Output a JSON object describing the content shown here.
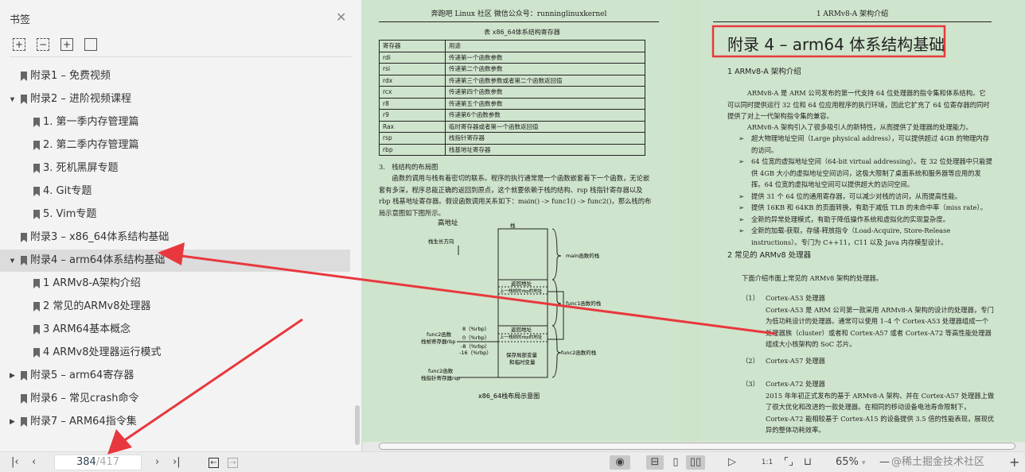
{
  "sidebar": {
    "title": "书签",
    "close_icon": "close-icon",
    "tools": [
      "expand-all-icon",
      "collapse-all-icon",
      "add-bookmark-icon",
      "remove-bookmark-icon"
    ],
    "items": [
      {
        "label": "附录1 – 免费视频",
        "level": 0,
        "expander": ""
      },
      {
        "label": "附录2 – 进阶视频课程",
        "level": 0,
        "expander": "▲"
      },
      {
        "label": "1. 第一季内存管理篇",
        "level": 1
      },
      {
        "label": "2. 第二季内存管理篇",
        "level": 1
      },
      {
        "label": "3. 死机黑屏专题",
        "level": 1
      },
      {
        "label": "4. Git专题",
        "level": 1
      },
      {
        "label": "5. Vim专题",
        "level": 1
      },
      {
        "label": "附录3 – x86_64体系结构基础",
        "level": 0,
        "expander": ""
      },
      {
        "label": "附录4 – arm64体系结构基础",
        "level": 0,
        "expander": "▲",
        "selected": true
      },
      {
        "label": "1 ARMv8-A架构介绍",
        "level": 1
      },
      {
        "label": "2 常见的ARMv8处理器",
        "level": 1
      },
      {
        "label": "3 ARM64基本概念",
        "level": 1
      },
      {
        "label": "4 ARMv8处理器运行模式",
        "level": 1
      },
      {
        "label": "附录5 – arm64寄存器",
        "level": 0,
        "expander": "▶"
      },
      {
        "label": "附录6 – 常见crash命令",
        "level": 0,
        "expander": ""
      },
      {
        "label": "附录7 – ARM64指令集",
        "level": 0,
        "expander": "▶"
      }
    ]
  },
  "left_page": {
    "header": "奔跑吧 Linux 社区 微信公众号：runninglinuxkernel",
    "table_caption": "表 x86_64体系结构寄存器",
    "table": {
      "headers": [
        "寄存器",
        "用途"
      ],
      "rows": [
        [
          "rdi",
          "传递第一个函数参数"
        ],
        [
          "rsi",
          "传递第二个函数参数"
        ],
        [
          "rdx",
          "传递第三个函数参数或者第二个函数返回值"
        ],
        [
          "rcx",
          "传递第四个函数参数"
        ],
        [
          "r8",
          "传递第五个函数参数"
        ],
        [
          "r9",
          "传递第6个函数参数"
        ],
        [
          "Rax",
          "临时寄存器或者第一个函数返回值"
        ],
        [
          "rsp",
          "栈指针寄存器"
        ],
        [
          "rbp",
          "栈基地址寄存器"
        ]
      ]
    },
    "section": "3.　栈结构的布局图",
    "para": "函数的调用与栈有着密切的联系。程序的执行通常是一个函数嵌套着下一个函数，无论嵌套有多深，程序总能正确的返回到原点，这个就要依赖于栈的结构、rsp 栈指针寄存器以及 rbp 栈基地址寄存器。假设函数调用关系如下：main() -> func1() -> func2()，那么栈的布局示意图如下图所示。",
    "diagram": {
      "high_addr": "高地址",
      "stack": "栈",
      "growth": "栈生长方向",
      "main": "main函数的栈",
      "func1": "func1函数的栈",
      "func2": "func2函数的栈",
      "ret1": "返回地址",
      "prev1": "上一栈帧的rbp的地址",
      "ret2": "返回地址",
      "prev2": "上一栈帧的rbp的地址",
      "locals": "保存局部变量",
      "temps": "和临时变量",
      "off8": "8（%rbp）",
      "off0": "0（%rbp）",
      "offm8": "-8（%rbp）",
      "offm16": "-16（%rbp）",
      "rbp_label1": "func2函数",
      "rbp_label2": "栈帧寄存器rbp",
      "rsp_label1": "func2函数",
      "rsp_label2": "栈指针寄存器rsp",
      "caption": "x86_64栈布局示意图"
    }
  },
  "right_page": {
    "header": "1 ARMv8-A 架构介绍",
    "title": "附录 4 – arm64 体系结构基础",
    "h1": "1 ARMv8-A 架构介绍",
    "p1": "ARMv8-A 是 ARM 公司发布的第一代支持 64 位处理器的指令集和体系结构。它可以同时提供运行 32 位和 64 位应用程序的执行环境，因此它扩充了 64 位寄存器的同时提供了对上一代架构指令集的兼容。",
    "p2": "ARMv8-A 架构引入了很多吸引人的新特性，从而提供了处理器的处理能力。",
    "bullets": [
      "超大物理地址空间（Large physical address），可以提供超过 4GB 的物理内存的访问。",
      "64 位宽的虚拟地址空间（64-bit virtual addressing）。在 32 位处理器中只能提供 4GB 大小的虚拟地址空间访问，这极大限制了桌面系统和服务器等应用的发挥。64 位宽的虚拟地址空间可以提供超大的访问空间。",
      "提供 31 个 64 位的通用寄存器，可以减少对栈的访问，从而提高性能。",
      "提供 16KB 和 64KB 的页面转换，有助于减低 TLB 的未命中率（miss rate）。",
      "全新的异常处理模式，有助于降低操作系统和虚拟化的实现复杂度。",
      "全新的加载-获取，存储-释放指令（Load-Acquire, Store-Release instructions）。专门为 C++11，C11 以及 Java 内存模型设计。"
    ],
    "h2": "2 常见的 ARMv8 处理器",
    "p3": "下面介绍市面上常见的 ARMv8 架构的处理器。",
    "cpus": [
      {
        "num": "（1）",
        "name": "Cortex-A53 处理器",
        "desc": "Cortex-A53 是 ARM 公司第一款采用 ARMv8-A 架构的设计的处理器，专门为低功耗设计的处理器。通常可以使用 1–4 个 Cortex-A53 处理器组成一个处理器族（cluster）或者和 Cortex-A57 或者 Cortex-A72 等高性能处理器组成大小核架构的 SoC 芯片。"
      },
      {
        "num": "（2）",
        "name": "Cortex-A57 处理器",
        "desc": ""
      },
      {
        "num": "（3）",
        "name": "Cortex-A72 处理器",
        "desc": "2015 年年初正式发布的基于 ARMv8-A 架构、并在 Cortex-A57 处理器上做了很大优化和改进的一款处理器。在相同的移动设备电池寿命限制下，Cortex-A72 能相较基于 Cortex-A15 的设备提供 3.5 倍的性能表现，展现优异的整体功耗效率。"
      }
    ]
  },
  "toolbar": {
    "page_current": "384",
    "page_total": "/417",
    "zoom": "65%",
    "zoom_arrow": "▾",
    "watermark": "@稀土掘金技术社区"
  },
  "colors": {
    "annotation": "#e8383d",
    "page_bg": "#cfe4cc"
  }
}
